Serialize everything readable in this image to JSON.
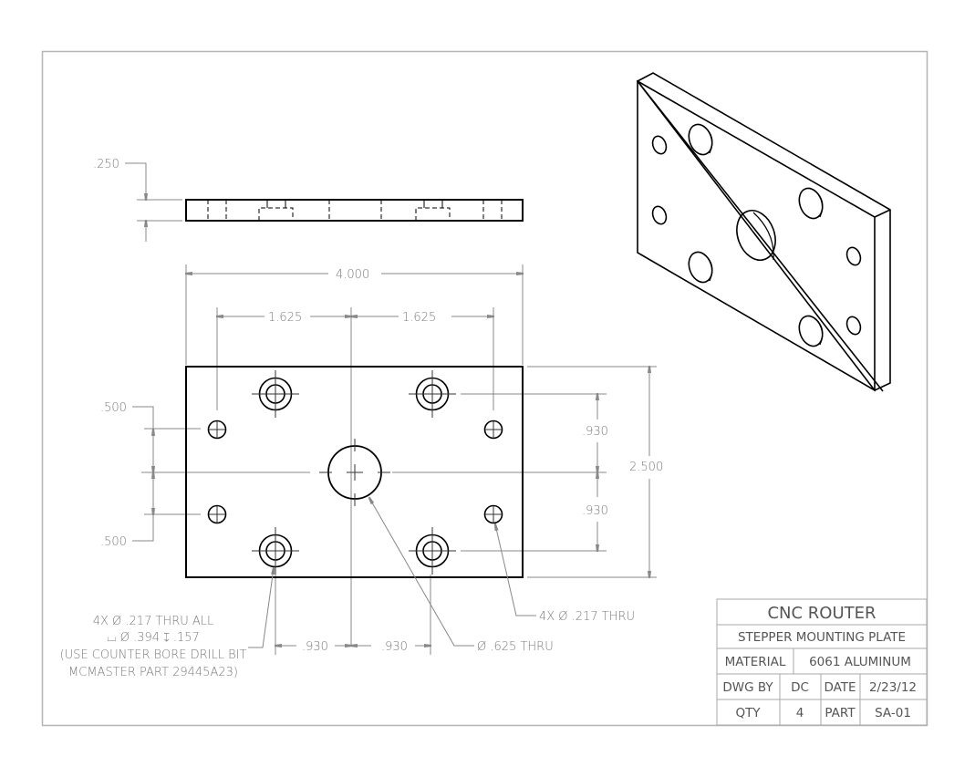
{
  "title_block": {
    "project": "CNC ROUTER",
    "part_name": "STEPPER MOUNTING PLATE",
    "material_label": "MATERIAL",
    "material_value": "6061 ALUMINUM",
    "drawn_by_label": "DWG BY",
    "drawn_by_value": "DC",
    "date_label": "DATE",
    "date_value": "2/23/12",
    "qty_label": "QTY",
    "qty_value": "4",
    "part_label": "PART",
    "part_value": "SA-01"
  },
  "dimensions": {
    "thickness": ".250",
    "overall_width": "4.000",
    "left_span": "1.625",
    "right_span": "1.625",
    "overall_height": "2.500",
    "upper_offset": ".930",
    "lower_offset": ".930",
    "left_upper": ".500",
    "left_lower": ".500",
    "bottom_left": ".930",
    "bottom_right": ".930"
  },
  "callouts": {
    "counterbore_line1": "4X Ø .217 THRU ALL",
    "counterbore_line2": "⌴ Ø .394 ↧ .157",
    "counterbore_line3": "(USE COUNTER BORE DRILL BIT",
    "counterbore_line4": "MCMASTER PART 29445A23)",
    "small_holes": "4X Ø .217 THRU",
    "center_hole": "Ø .625 THRU"
  },
  "views": [
    "side-view",
    "top-view",
    "isometric-view"
  ]
}
